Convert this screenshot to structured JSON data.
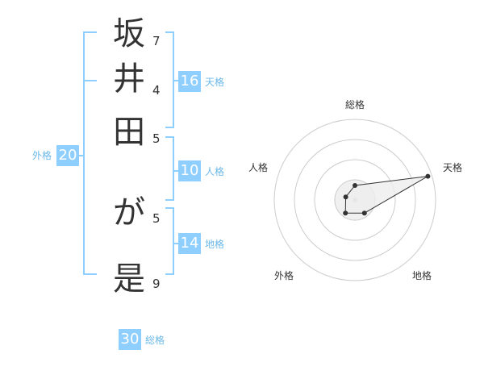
{
  "name": {
    "chars": [
      {
        "char": "坂",
        "strokes": "7"
      },
      {
        "char": "井",
        "strokes": "4"
      },
      {
        "char": "田",
        "strokes": "5"
      },
      {
        "char": "が",
        "strokes": "5"
      },
      {
        "char": "是",
        "strokes": "9"
      }
    ]
  },
  "fortune": {
    "tenkaku": {
      "value": "16",
      "label": "天格"
    },
    "jinkaku": {
      "value": "10",
      "label": "人格"
    },
    "chikaku": {
      "value": "14",
      "label": "地格"
    },
    "gaikaku": {
      "value": "20",
      "label": "外格"
    },
    "soukaku": {
      "value": "30",
      "label": "総格"
    }
  },
  "radar": {
    "axes": [
      "総格",
      "天格",
      "地格",
      "外格",
      "人格"
    ],
    "values": [
      0.18,
      0.95,
      0.2,
      0.2,
      0.12
    ],
    "colors": {
      "polygon_fill": "#eeeeee",
      "ring": "#cccccc",
      "center_fill": "#f0f0f0",
      "point": "#333333"
    }
  },
  "colors": {
    "bracket": "#8fcfff",
    "badge": "#8fcfff",
    "label": "#6cb8e8",
    "text": "#333333"
  }
}
